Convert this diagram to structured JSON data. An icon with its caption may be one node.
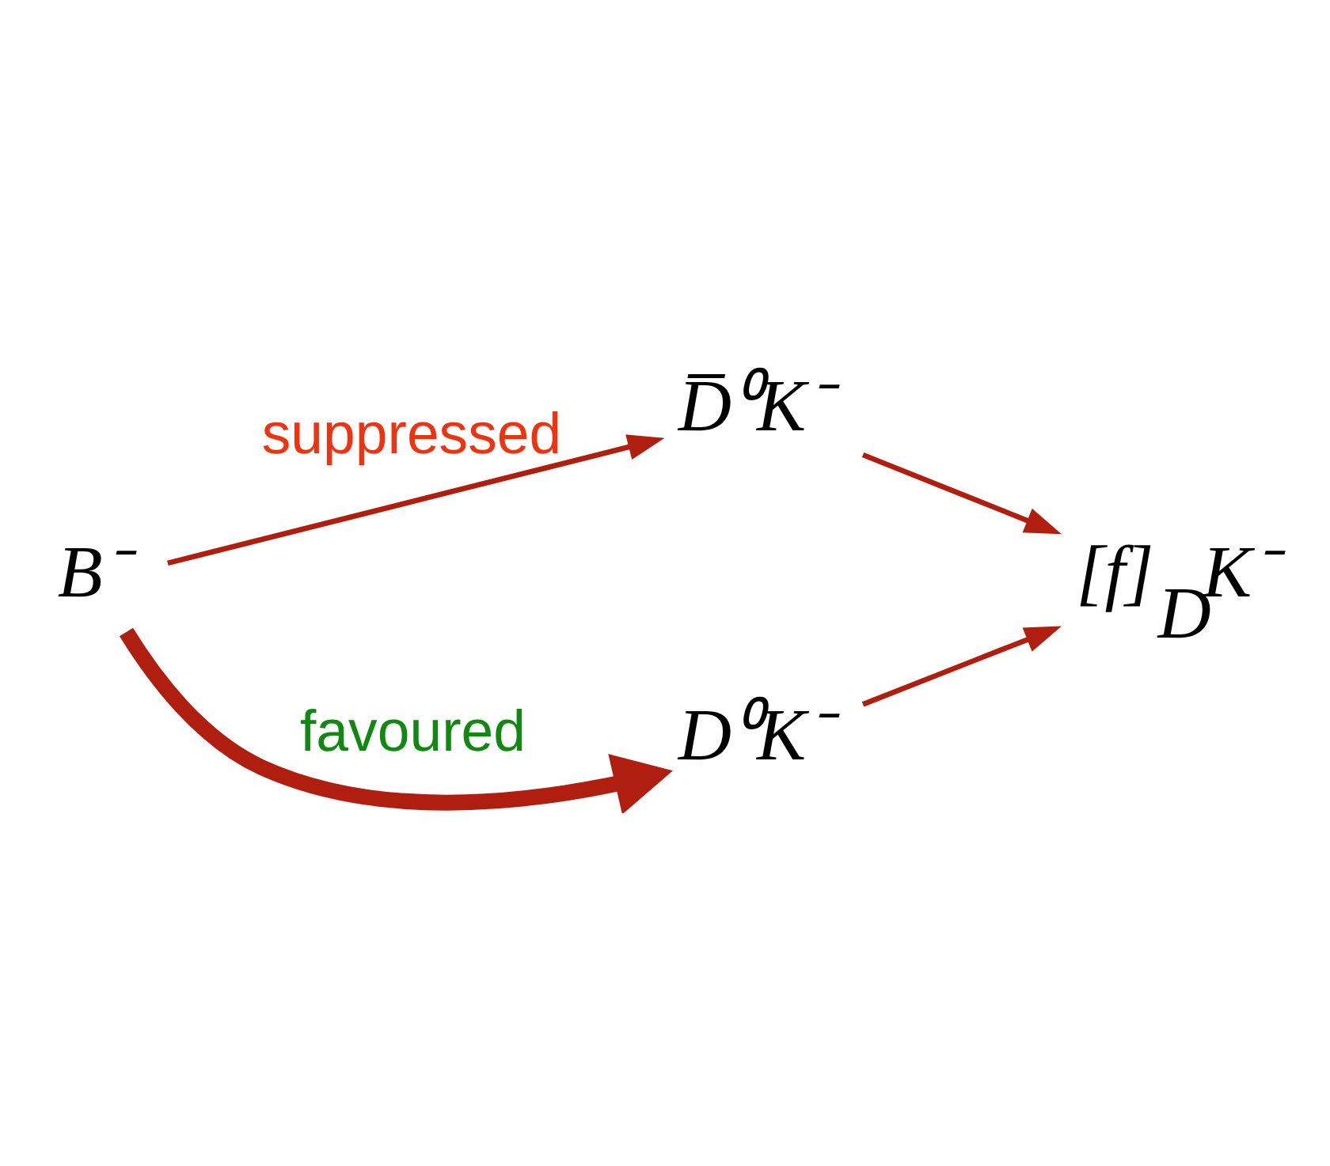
{
  "diagram": {
    "nodes": [
      {
        "text": [
          "B⁻"
        ]
      },
      {
        "text": [
          "D̅⁰K⁻"
        ]
      },
      {
        "text": [
          "[f]$_{D}$K⁻"
        ]
      },
      {
        "text": [
          "D⁰K⁻"
        ]
      }
    ],
    "edges": [
      {
        "from": 0,
        "to": 1,
        "arrow": "to",
        "label": "suppressed"
      },
      {
        "from": 1,
        "to": 2,
        "arrow": "to"
      },
      {
        "from": 0,
        "to": 3,
        "arrow": "to",
        "label": "favoured",
        "style": "thick"
      },
      {
        "from": 3,
        "to": 2,
        "arrow": "to"
      }
    ]
  }
}
